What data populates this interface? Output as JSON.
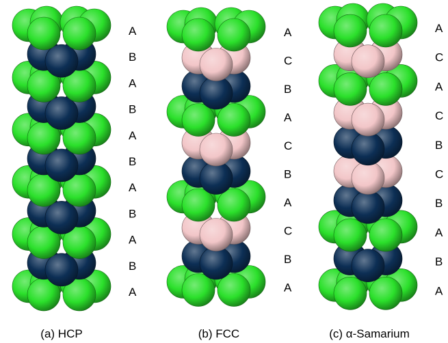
{
  "colors": {
    "A": "#2be02b",
    "B": "#0d2f55",
    "C": "#f2c6c8"
  },
  "panels": [
    {
      "caption": "(a) HCP",
      "layers": [
        "A",
        "B",
        "A",
        "B",
        "A",
        "B",
        "A",
        "B",
        "A",
        "B",
        "A"
      ]
    },
    {
      "caption": "(b) FCC",
      "layers": [
        "A",
        "C",
        "B",
        "A",
        "C",
        "B",
        "A",
        "C",
        "B",
        "A"
      ]
    },
    {
      "caption": "(c) α-Samarium",
      "layers": [
        "A",
        "C",
        "A",
        "C",
        "B",
        "C",
        "B",
        "A",
        "B",
        "A"
      ]
    }
  ]
}
